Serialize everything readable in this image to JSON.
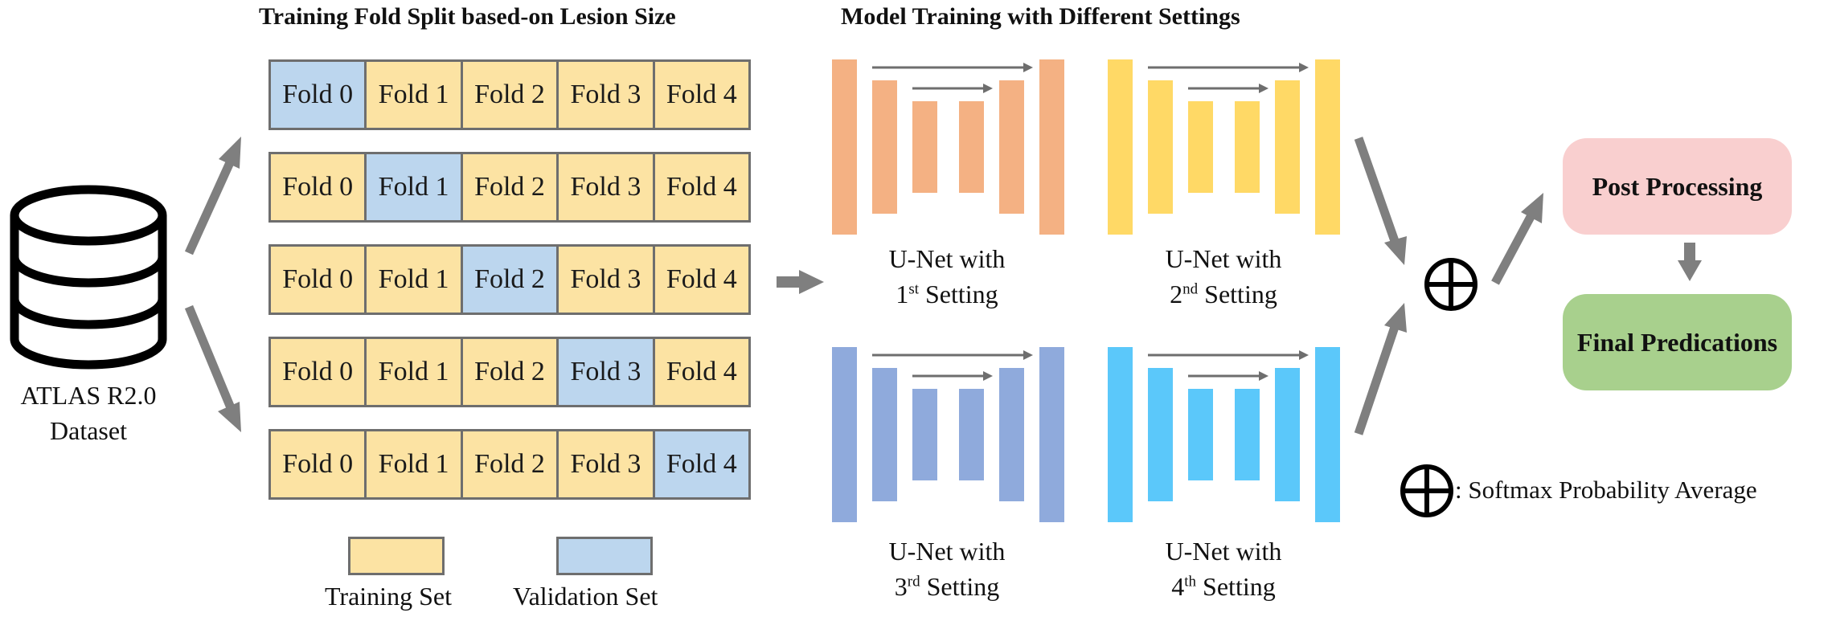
{
  "titles": {
    "fold_split": "Training Fold Split based-on Lesion Size",
    "model_training": "Model Training with Different Settings"
  },
  "dataset": {
    "line1": "ATLAS R2.0",
    "line2": "Dataset",
    "icon": "database-icon"
  },
  "folds": {
    "labels": [
      "Fold 0",
      "Fold 1",
      "Fold 2",
      "Fold 3",
      "Fold 4"
    ],
    "rows": [
      {
        "validation_index": 0
      },
      {
        "validation_index": 1
      },
      {
        "validation_index": 2
      },
      {
        "validation_index": 3
      },
      {
        "validation_index": 4
      }
    ]
  },
  "legend": {
    "training": "Training Set",
    "validation": "Validation Set"
  },
  "unets": [
    {
      "line1": "U-Net with",
      "num": "1",
      "sup": "st",
      "rest": " Setting",
      "color": "#f4b183"
    },
    {
      "line1": "U-Net with",
      "num": "2",
      "sup": "nd",
      "rest": " Setting",
      "color": "#ffd966"
    },
    {
      "line1": "U-Net with",
      "num": "3",
      "sup": "rd",
      "rest": " Setting",
      "color": "#8faadc"
    },
    {
      "line1": "U-Net with",
      "num": "4",
      "sup": "th",
      "rest": " Setting",
      "color": "#5bc8fa"
    }
  ],
  "post_processing": "Post Processing",
  "final_predictions": "Final Predications",
  "softmax_legend": ": Softmax Probability Average",
  "colors": {
    "training": "#fce3a3",
    "validation": "#bcd6ee",
    "post_processing": "#f9cfcf",
    "final_predictions": "#a8d08d",
    "arrow": "#7f7f7f"
  }
}
